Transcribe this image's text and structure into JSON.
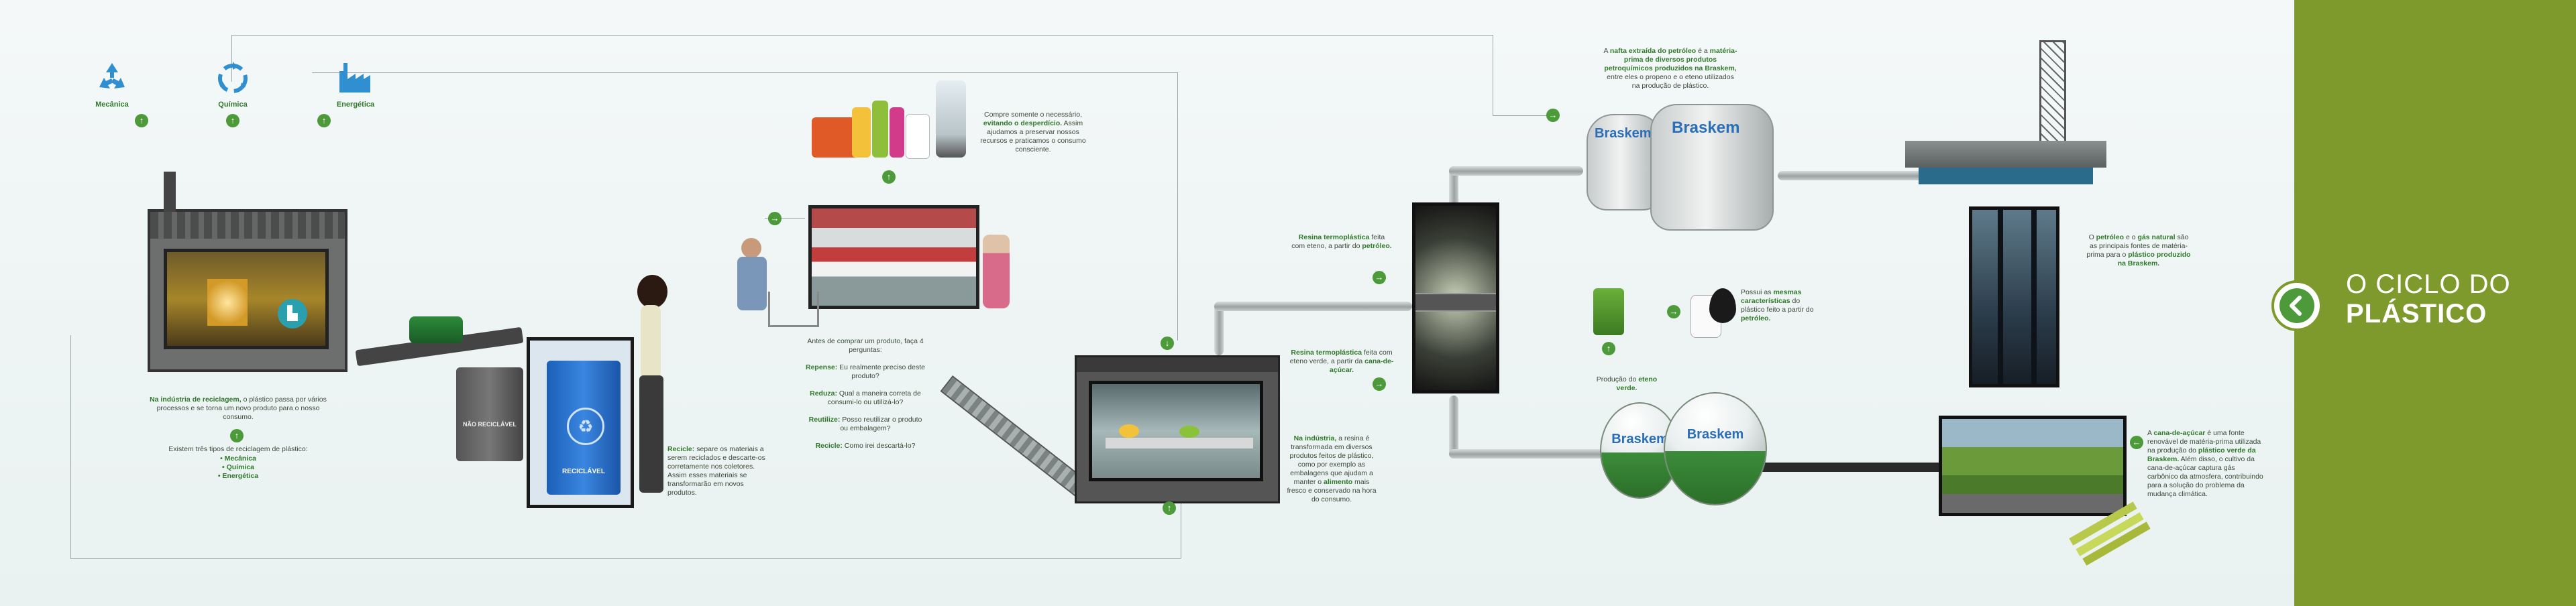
{
  "sidebar": {
    "title_line1": "O CICLO DO",
    "title_line2": "PLÁSTICO",
    "back_icon": "arrow-left-icon",
    "bg": "#7e9a2c"
  },
  "recycling": {
    "types": [
      {
        "label": "Mecânica",
        "icon": "recycle-icon"
      },
      {
        "label": "Química",
        "icon": "recycle-icon"
      },
      {
        "label": "Energética",
        "icon": "factory-icon"
      }
    ],
    "industry_text": "Na indústria de reciclagem, o plástico passa por vários processos e se torna um novo produto para o nosso consumo.",
    "types_text": "Existem três tipos de reciclagem de plástico:",
    "types_list": "• Mecânica\n• Química\n• Energética",
    "bin_left": "NÃO RECICLÁVEL",
    "bin_right": "RECICLÁVEL",
    "recycle_text": "Recicle: separe os materiais a serem reciclados e descarte-os corretamente nos coletores. Assim esses materiais se transformarão em novos produtos."
  },
  "consumption": {
    "products_text": "Compre somente o necessário, evitando o desperdício. Assim ajudamos a preservar nossos recursos e praticamos o consumo consciente.",
    "intro": "Antes de comprar um produto, faça 4 perguntas:",
    "q1": "Repense: Eu realmente preciso deste produto?",
    "q2": "Reduza: Qual a maneira correta de consumi-lo ou utilizá-lo?",
    "q3": "Reutilize: Posso reutilizar o produto ou embalagem?",
    "q4": "Recicle: Como irei descartá-lo?",
    "industry_text": "Na indústria, a resina é transformada em diversos produtos feitos de plástico, como por exemplo as embalagens que ajudam a manter o alimento mais fresco e conservado na hora do consumo."
  },
  "resin": {
    "petro_text": "Resina termoplástica feita com eteno, a partir do petróleo.",
    "green_text": "Resina termoplástica feita com eteno verde, a partir da cana-de-açúcar.",
    "props_text": "Possui as mesmas características do plástico feito a partir do petróleo.",
    "eteno_text": "Produção do eteno verde."
  },
  "petro": {
    "nafta_text": "A nafta extraída do petróleo é a matéria-prima de diversos produtos petroquímicos produzidos na Braskem, entre eles o propeno e o eteno utilizados na produção de plástico.",
    "sources_text": "O petróleo e o gás natural são as principais fontes de matéria-prima para o plástico produzido na Braskem.",
    "cane_text": "A cana-de-açúcar é uma fonte renovável de matéria-prima utilizada na produção do plástico verde da Braskem. Além disso, o cultivo da cana-de-açúcar captura gás carbônico da atmosfera, contribuindo para a solução do problema da mudança climática.",
    "brand": "Braskem"
  }
}
